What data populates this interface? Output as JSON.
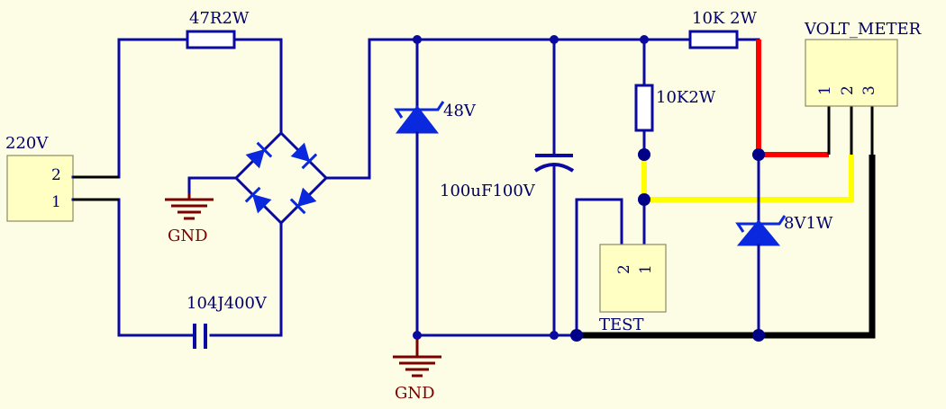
{
  "components": {
    "power_connector": {
      "label": "220V",
      "pins": [
        "2",
        "1"
      ]
    },
    "series_resistor": {
      "label": "47R2W"
    },
    "bridge_ground": {
      "label": "GND"
    },
    "filter_cap_ac": {
      "label": "104J400V"
    },
    "zener_48v": {
      "label": "48V"
    },
    "bulk_cap": {
      "label": "100uF100V"
    },
    "main_ground": {
      "label": "GND"
    },
    "top_resistor": {
      "label": "10K 2W"
    },
    "mid_resistor": {
      "label": "10K2W"
    },
    "test_connector": {
      "label": "TEST",
      "pins": [
        "2",
        "1"
      ]
    },
    "zener_8v1": {
      "label": "8V1W"
    },
    "volt_meter": {
      "label": "VOLT_METER",
      "pins": [
        "1",
        "2",
        "3"
      ]
    }
  },
  "colors": {
    "background": "#fdfce5",
    "wire": "#0a0aa0",
    "highlight_red": "#ff0000",
    "highlight_yellow": "#ffff00",
    "highlight_black": "#000000",
    "connector_fill": "#ffffc4",
    "ground_label": "#7a0000"
  }
}
